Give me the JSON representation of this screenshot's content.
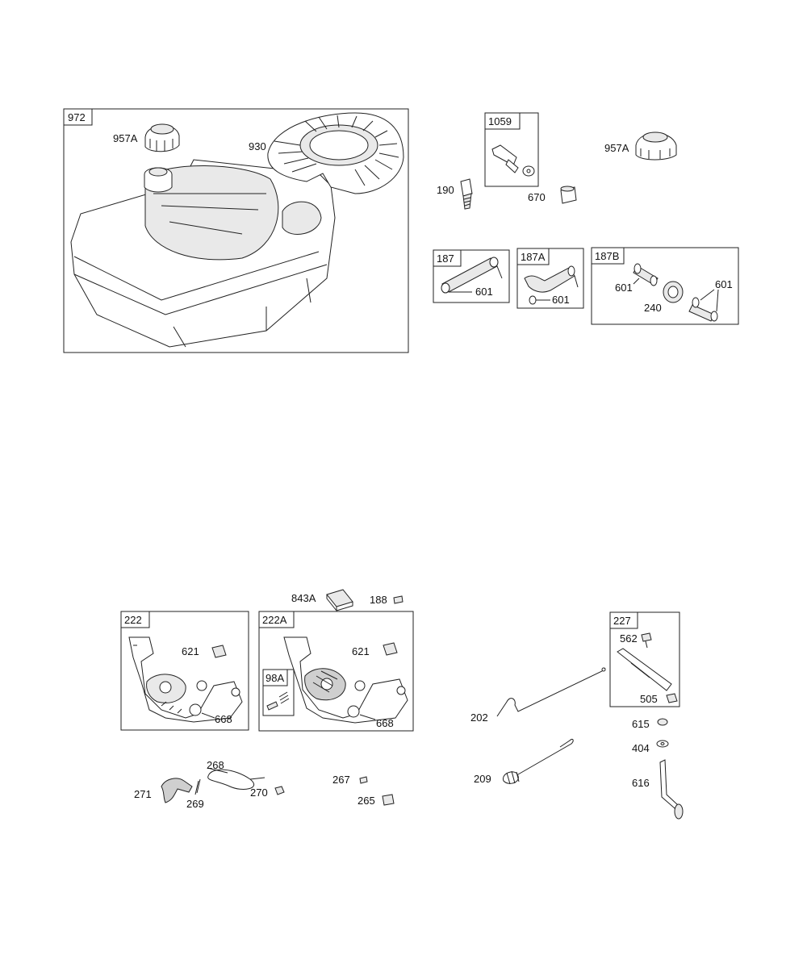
{
  "groups": {
    "g972": "972",
    "g1059": "1059",
    "g187": "187",
    "g187A": "187A",
    "g187B": "187B",
    "g222": "222",
    "g222A": "222A",
    "g98A": "98A",
    "g227": "227"
  },
  "parts": {
    "p957A_a": "957A",
    "p930": "930",
    "p190": "190",
    "p670": "670",
    "p957A_b": "957A",
    "p601_a": "601",
    "p601_b": "601",
    "p601_c": "601",
    "p601_d": "601",
    "p240": "240",
    "p843A": "843A",
    "p188": "188",
    "p621_a": "621",
    "p668_a": "668",
    "p621_b": "621",
    "p668_b": "668",
    "p562": "562",
    "p505": "505",
    "p202": "202",
    "p615": "615",
    "p404": "404",
    "p209": "209",
    "p616": "616",
    "p268": "268",
    "p271": "271",
    "p269": "269",
    "p270": "270",
    "p267": "267",
    "p265": "265"
  }
}
